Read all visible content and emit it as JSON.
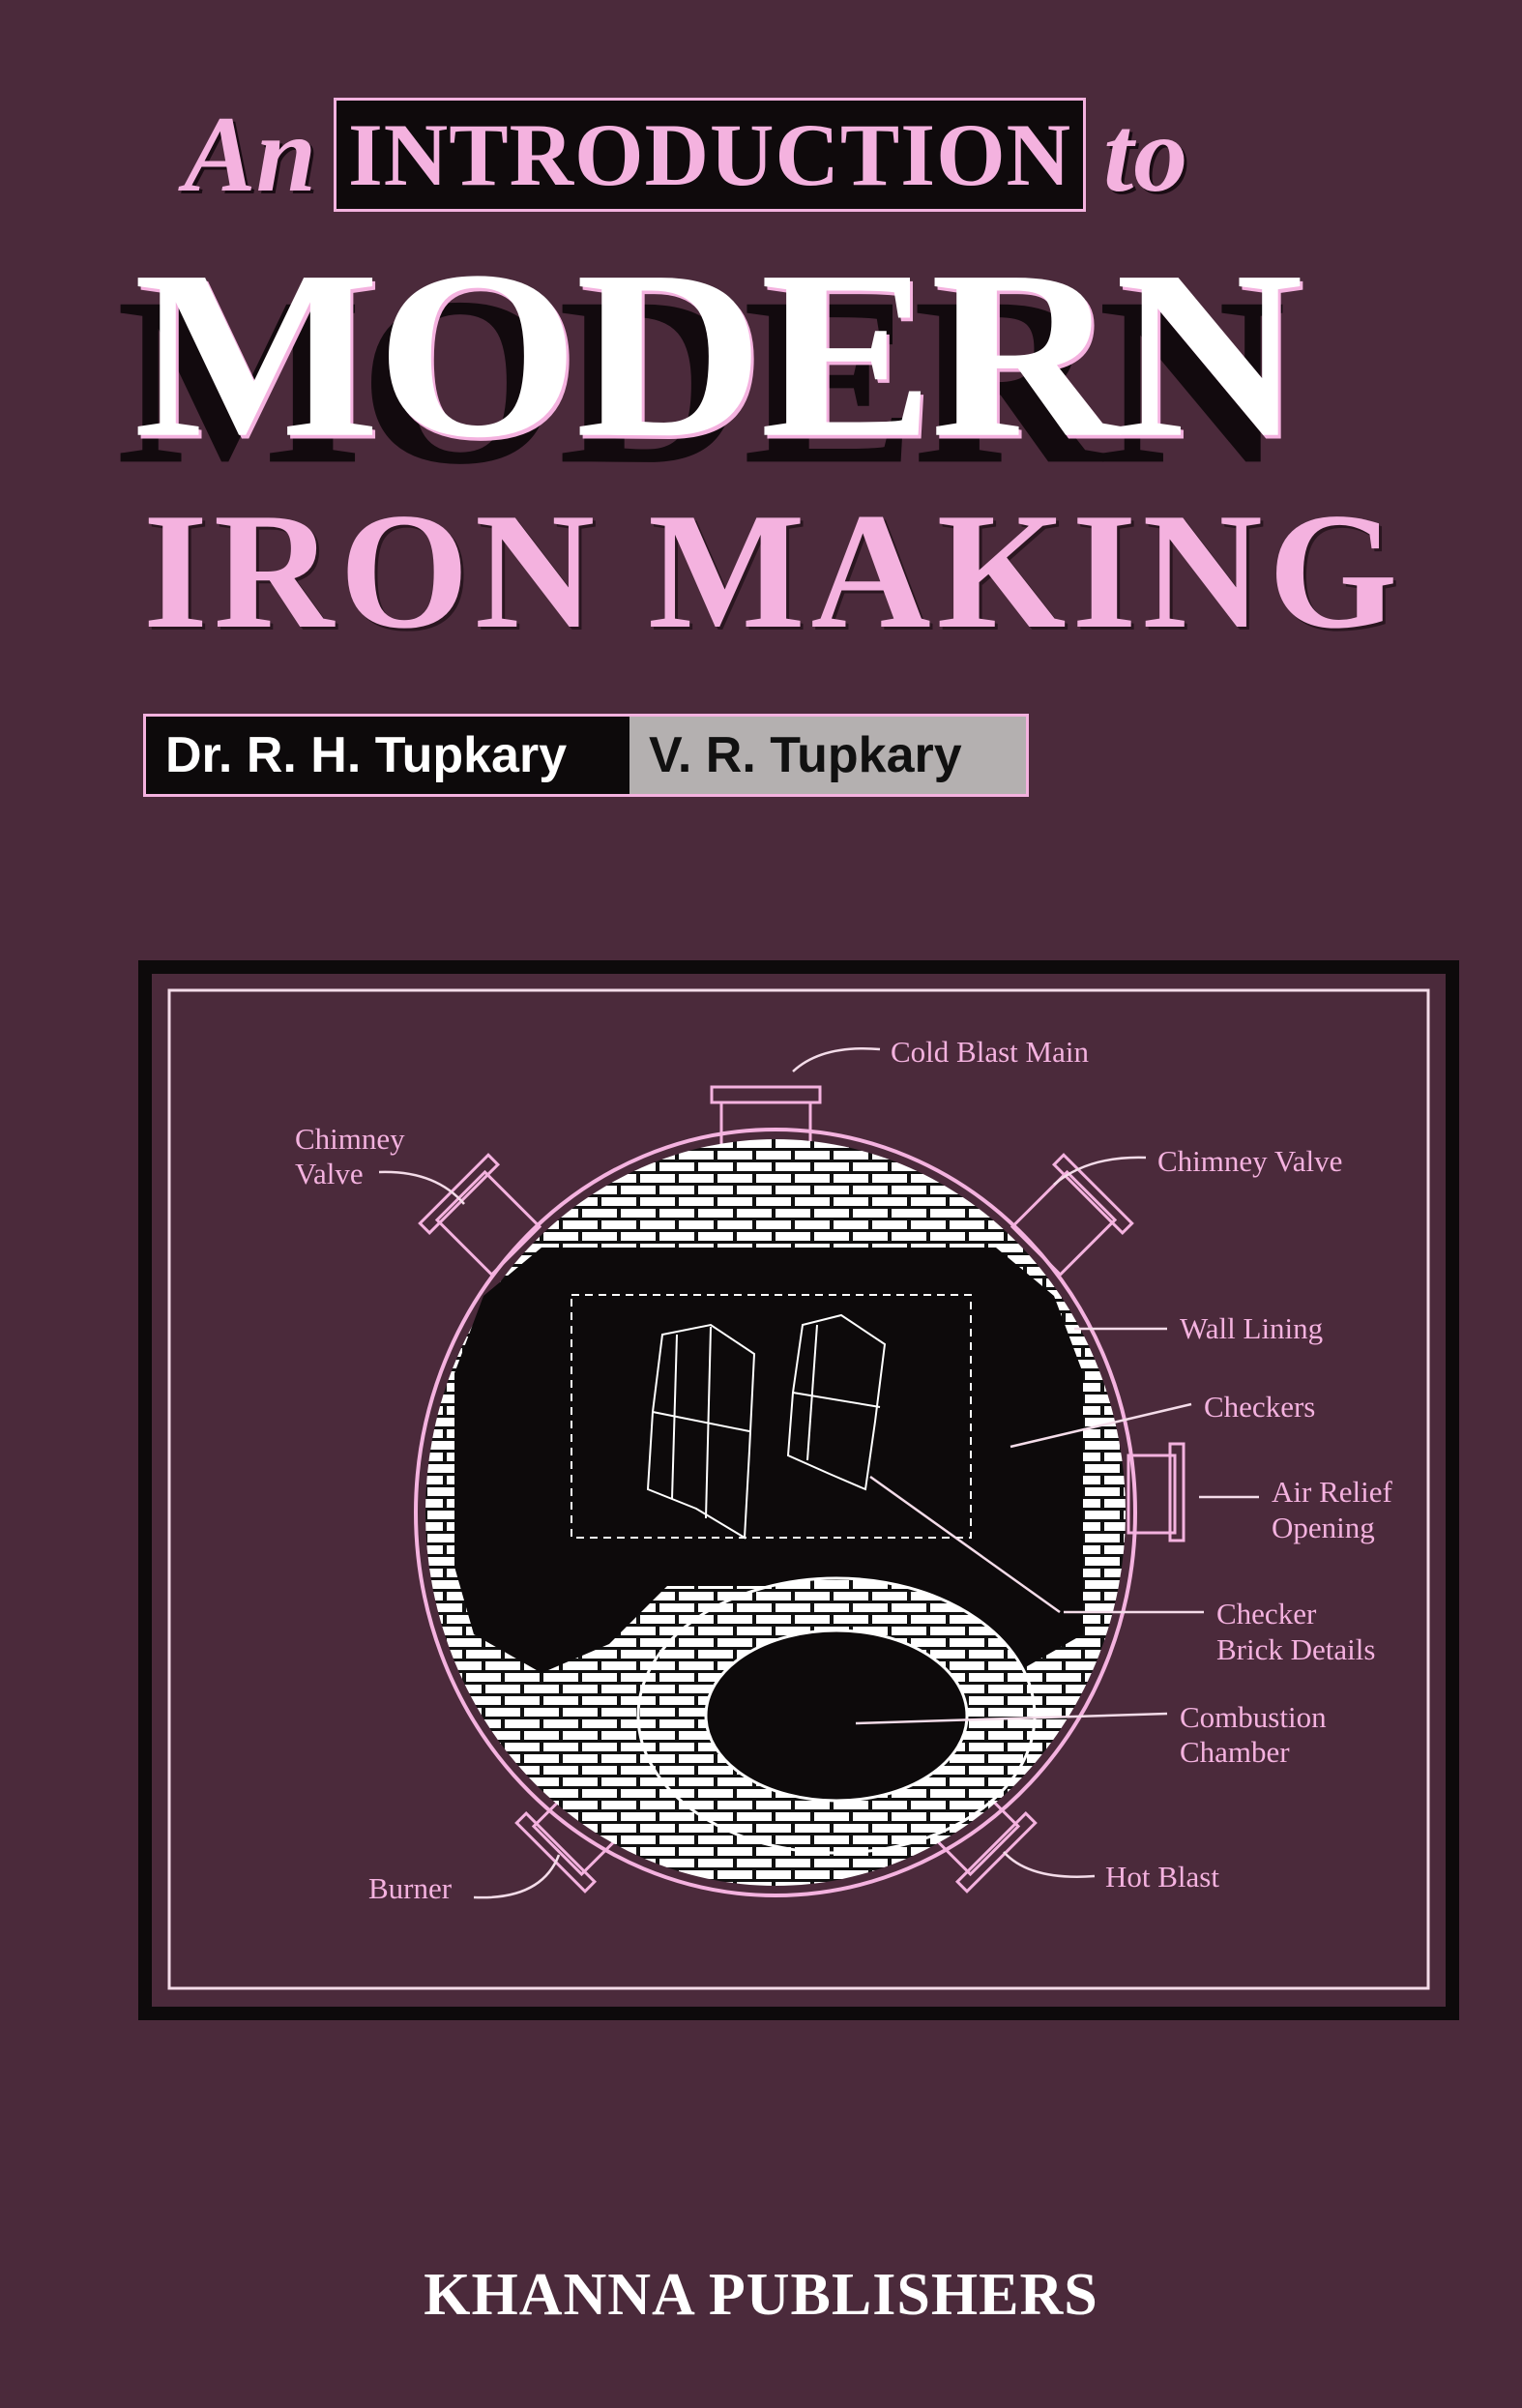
{
  "cover": {
    "title_prefix": "An",
    "title_boxed": "INTRODUCTION",
    "title_suffix": "to",
    "title_main": "MODERN",
    "title_sub": "IRON MAKING",
    "authors": [
      "Dr. R. H. Tupkary",
      "V. R. Tupkary"
    ],
    "publisher": "KHANNA PUBLISHERS"
  },
  "diagram": {
    "labels": {
      "cold_blast_main": "Cold Blast Main",
      "chimney_valve_left_1": "Chimney",
      "chimney_valve_left_2": "Valve",
      "chimney_valve_right": "Chimney Valve",
      "wall_lining": "Wall Lining",
      "checkers": "Checkers",
      "air_relief_1": "Air Relief",
      "air_relief_2": "Opening",
      "checker_brick_1": "Checker",
      "checker_brick_2": "Brick Details",
      "combustion_1": "Combustion",
      "combustion_2": "Chamber",
      "burner": "Burner",
      "hot_blast": "Hot Blast"
    }
  },
  "colors": {
    "background": "#4b2a3b",
    "accent_pink": "#f4b2df",
    "white": "#ffffff",
    "black": "#0d0a0b",
    "grey": "#b4b0b0"
  }
}
